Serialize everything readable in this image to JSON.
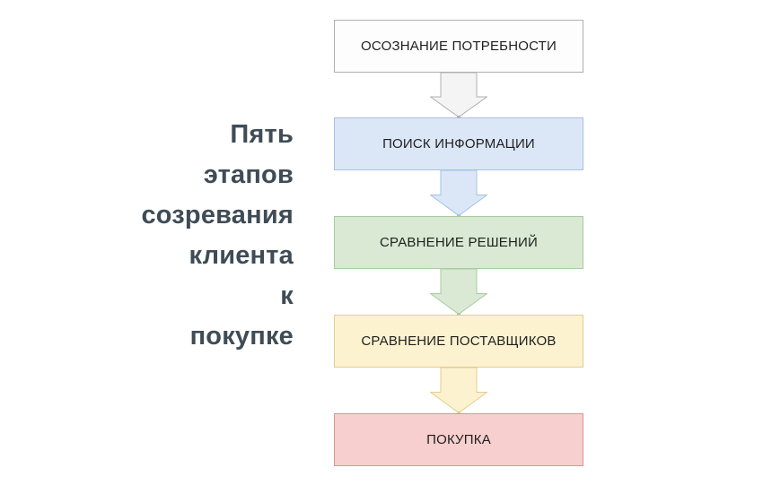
{
  "page": {
    "background": "#ffffff"
  },
  "title": {
    "full_text": "Пять этапов созревания клиента к покупке",
    "lines": [
      "Пять",
      "этапов",
      "созревания",
      "клиента",
      "к",
      "покупке"
    ],
    "color": "#3f4c56"
  },
  "diagram": {
    "text_color": "#1f1f1f",
    "stages": [
      {
        "label": "ОСОЗНАНИЕ ПОТРЕБНОСТИ",
        "fill": "#fdfdfd",
        "border": "#b0b0b0",
        "arrow_fill": "#f4f4f4",
        "arrow_border": "#b0b0b0"
      },
      {
        "label": "ПОИСК ИНФОРМАЦИИ",
        "fill": "#dbe7f7",
        "border": "#a6c1e3",
        "arrow_fill": "#dbe7f7",
        "arrow_border": "#a6c1e3"
      },
      {
        "label": "СРАВНЕНИЕ РЕШЕНИЙ",
        "fill": "#d9e9d3",
        "border": "#a9cba2",
        "arrow_fill": "#d9e9d3",
        "arrow_border": "#a9cba2"
      },
      {
        "label": "СРАВНЕНИЕ ПОСТАВЩИКОВ",
        "fill": "#fdf2cf",
        "border": "#e2cd90",
        "arrow_fill": "#fdf2cf",
        "arrow_border": "#e2cd90"
      },
      {
        "label": "ПОКУПКА",
        "fill": "#f6cfce",
        "border": "#d89795"
      }
    ]
  }
}
